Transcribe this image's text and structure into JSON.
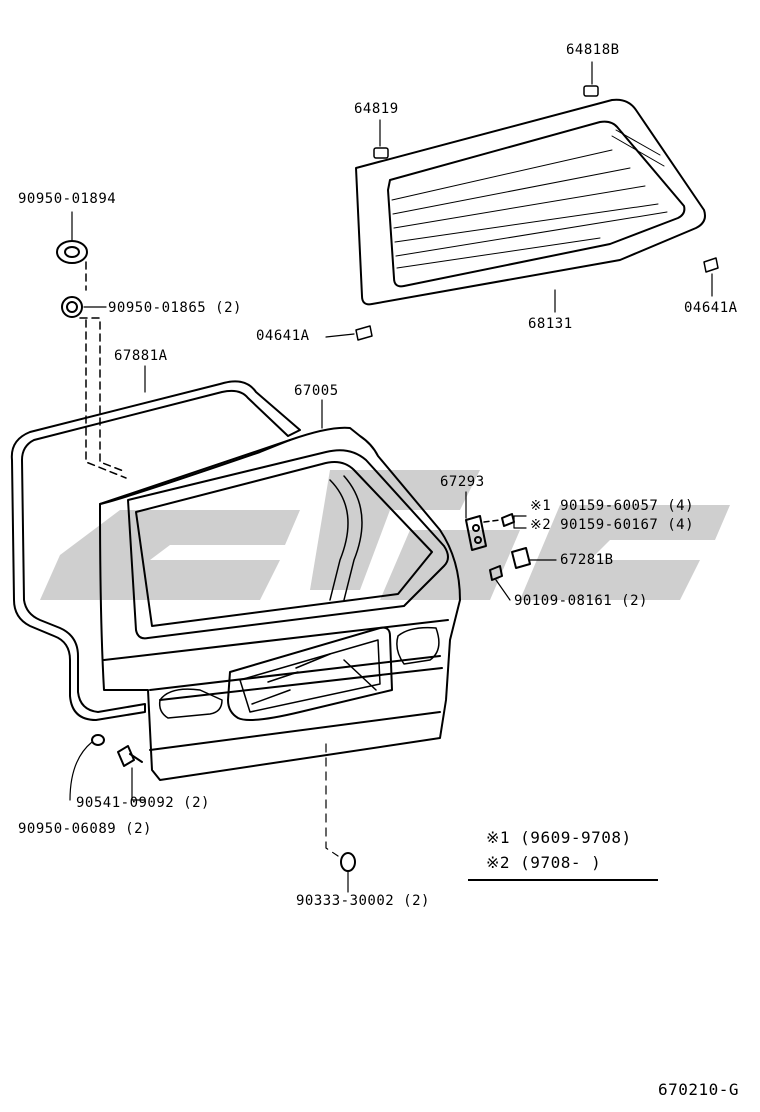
{
  "watermark": "GSG",
  "parts": {
    "p64818B": "64818B",
    "p64819": "64819",
    "p90950_01894": "90950-01894",
    "p90950_01865": "90950-01865 (2)",
    "p04641A_left": "04641A",
    "p04641A_right": "04641A",
    "p68131": "68131",
    "p67881A": "67881A",
    "p67005": "67005",
    "p67293": "67293",
    "p90159_60057": "※1  90159-60057 (4)",
    "p90159_60167": "※2  90159-60167 (4)",
    "p67281B": "67281B",
    "p90109_08161": "90109-08161 (2)",
    "p90541_09092": "90541-09092 (2)",
    "p90950_06089": "90950-06089 (2)",
    "p90333_30002": "90333-30002 (2)"
  },
  "notes": {
    "n1": "※1  (9609-9708)",
    "n2": "※2  (9708-      )"
  },
  "figure_id": "670210-G",
  "colors": {
    "watermark": "#c8c8c8",
    "ink": "#000000"
  }
}
